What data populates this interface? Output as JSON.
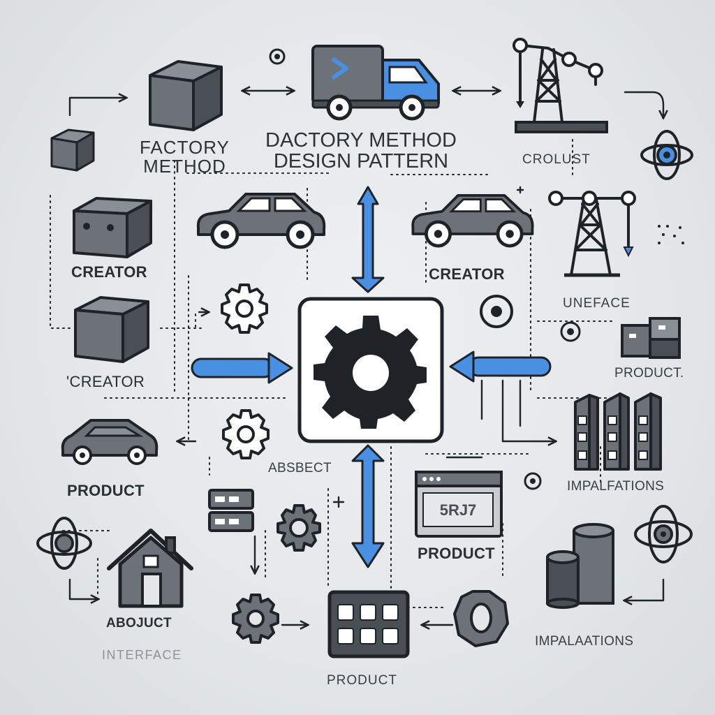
{
  "title": {
    "line1": "DACTORY METHOD",
    "line2": "DESIGN PATTERN"
  },
  "labels": {
    "factory_method_line1": "FACTORY",
    "factory_method_line2": "METHOD",
    "creator_left_top": "CREATOR",
    "creator_left_mid": "'CREATOR",
    "creator_right": "CREATOR",
    "product_left": "PRODUCT",
    "product_right_top": "PRODUCT.",
    "product_center_right": "PRODUCT",
    "product_bottom": "PRODUCT",
    "crolust": "CROLUST",
    "uneface": "UNEFACE",
    "absbject": "ABSBECT",
    "impalfations": "IMPALFATIONS",
    "impalations": "IMPALAATIONS",
    "abojuct_line1": "ABOJUCT",
    "abojuct_line2": "INTERFACE",
    "browser_text": "5RJ7"
  },
  "colors": {
    "accent_blue": "#4a90e2",
    "ink": "#1f2227",
    "fill_gray": "#6d7178",
    "fill_dark": "#4a4e55"
  },
  "icons": [
    "cube-icon",
    "delivery-truck-icon",
    "oil-derrick-icon",
    "car-icon",
    "gear-icon",
    "house-icon",
    "grid-panel-icon",
    "browser-window-icon",
    "bar-columns-icon",
    "cylinder-icon",
    "orbit-eye-icon",
    "target-icon"
  ]
}
